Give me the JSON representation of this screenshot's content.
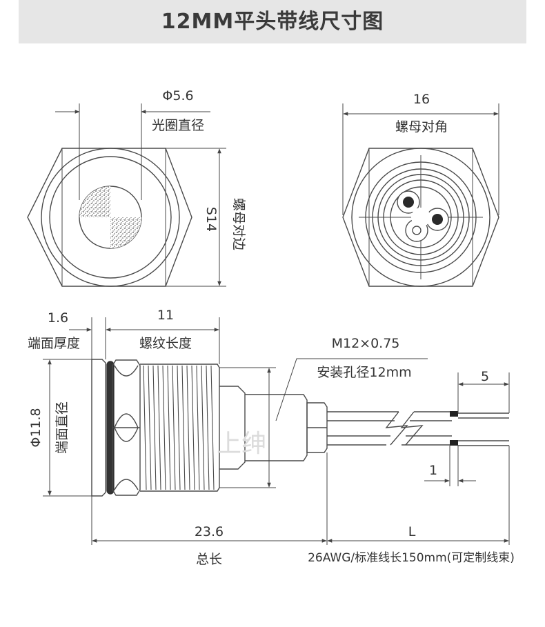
{
  "title": "12MM平头带线尺寸图",
  "front_view": {
    "aperture_dim": "Φ5.6",
    "aperture_label": "光圈直径",
    "nut_flat_dim": "S14",
    "nut_flat_label": "螺母对边"
  },
  "back_view": {
    "nut_corner_dim": "16",
    "nut_corner_label": "螺母对角"
  },
  "side_view": {
    "head_thickness_dim": "1.6",
    "head_thickness_label": "端面厚度",
    "thread_length_dim": "11",
    "thread_length_label": "螺纹长度",
    "head_diameter_dim": "Φ11.8",
    "head_diameter_label": "端面直径",
    "thread_spec": "M12×0.75",
    "mount_hole_label": "安装孔径12mm",
    "strip_length_dim": "5",
    "tin_length_dim": "1",
    "total_length_dim": "23.6",
    "total_length_label": "总长",
    "wire_length_dim": "L",
    "wire_label": "26AWG/标准线长150mm(可定制线束)",
    "watermark": "上绅"
  },
  "colors": {
    "line": "#4a4a4a",
    "banner": "#e6e6e6",
    "dark": "#333333"
  }
}
